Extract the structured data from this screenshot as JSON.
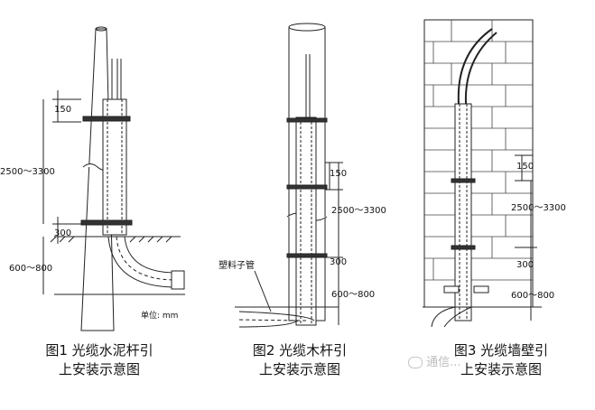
{
  "fig1": {
    "dim_150": "150",
    "dim_range": "2500～3300",
    "dim_300": "300",
    "dim_depth": "600～800",
    "unit": "单位: mm",
    "caption_line1": "图1  光缆水泥杆引",
    "caption_line2": "上安装示意图"
  },
  "fig2": {
    "pipe_label": "塑料子管",
    "dim_150": "150",
    "dim_range": "2500～3300",
    "dim_300": "300",
    "dim_depth": "600～800",
    "caption_line1": "图2  光缆木杆引",
    "caption_line2": "上安装示意图"
  },
  "fig3": {
    "dim_150": "150",
    "dim_range": "2500～3300",
    "dim_300": "300",
    "dim_depth": "600～800",
    "caption_line1": "图3  光缆墙壁引",
    "caption_line2": "上安装示意图"
  },
  "watermark": "通信..."
}
